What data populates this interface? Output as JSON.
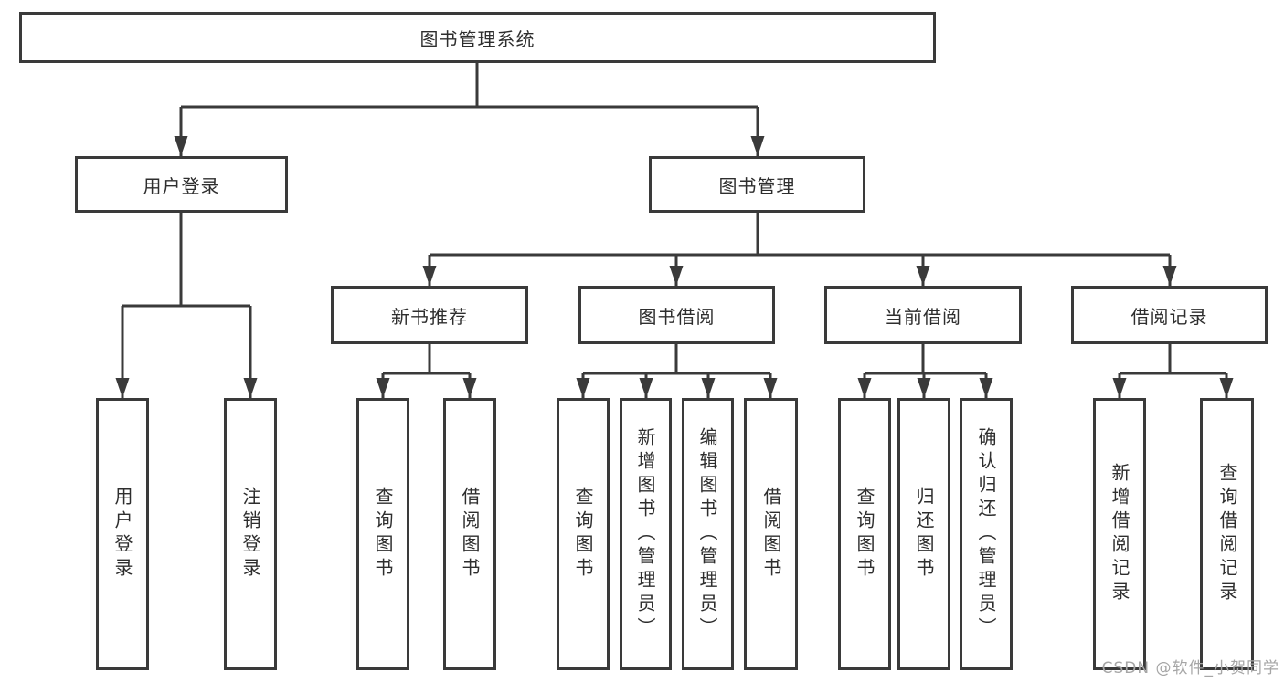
{
  "diagram": {
    "title": "图书管理系统",
    "level2": [
      "用户登录",
      "图书管理"
    ],
    "level3": [
      "新书推荐",
      "图书借阅",
      "当前借阅",
      "借阅记录"
    ],
    "leaves_user_login": [
      "用户登录",
      "注销登录"
    ],
    "leaves_new_book": [
      "查询图书",
      "借阅图书"
    ],
    "leaves_borrow": [
      "查询图书",
      "新增图书（管理员）",
      "编辑图书（管理员）",
      "借阅图书"
    ],
    "leaves_current": [
      "查询图书",
      "归还图书",
      "确认归还（管理员）"
    ],
    "leaves_records": [
      "新增借阅记录",
      "查询借阅记录"
    ]
  },
  "watermark": "CSDN @软件_小贺同学",
  "colors": {
    "line": "#3a3a3a",
    "text": "#2e2e2e",
    "watermark": "#a6a6a6",
    "background": "#ffffff"
  }
}
